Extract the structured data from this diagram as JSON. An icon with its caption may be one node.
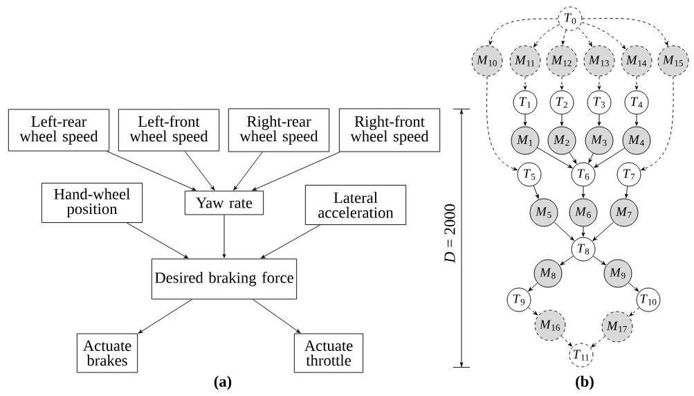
{
  "diagram": {
    "nodes": [
      {
        "text": [
          "Left-rear wheel speed"
        ]
      },
      {
        "text": [
          "Left-front wheel speed"
        ]
      },
      {
        "text": [
          "Right-rear wheel speed"
        ]
      },
      {
        "text": [
          "Right-front wheel speed"
        ]
      },
      {
        "text": [
          "Hand-wheel position"
        ]
      },
      {
        "text": [
          "Yaw rate"
        ]
      },
      {
        "text": [
          "Lateral acceleration"
        ]
      },
      {
        "text": [
          "Desired braking force"
        ]
      },
      {
        "text": [
          "Actuate brakes"
        ]
      },
      {
        "text": [
          "Actuate throttle"
        ]
      },
      {
        "text": [
          "*T*$_{0}$"
        ]
      },
      {
        "text": [
          "*M*$_{10}$"
        ]
      },
      {
        "text": [
          "*M*$_{11}$"
        ]
      },
      {
        "text": [
          "*M*$_{12}$"
        ]
      },
      {
        "text": [
          "*M*$_{13}$"
        ]
      },
      {
        "text": [
          "*M*$_{14}$"
        ]
      },
      {
        "text": [
          "*M*$_{15}$"
        ]
      },
      {
        "text": [
          "*T*$_{1}$"
        ]
      },
      {
        "text": [
          "*T*$_{2}$"
        ]
      },
      {
        "text": [
          "*T*$_{3}$"
        ]
      },
      {
        "text": [
          "*T*$_{4}$"
        ]
      },
      {
        "text": [
          "*M*$_{1}$"
        ]
      },
      {
        "text": [
          "*M*$_{2}$"
        ]
      },
      {
        "text": [
          "*M*$_{3}$"
        ]
      },
      {
        "text": [
          "*M*$_{4}$"
        ]
      },
      {
        "text": [
          "*T*$_{5}$"
        ]
      },
      {
        "text": [
          "*T*$_{6}$"
        ]
      },
      {
        "text": [
          "*T*$_{7}$"
        ]
      },
      {
        "text": [
          "*M*$_{5}$"
        ]
      },
      {
        "text": [
          "*M*$_{6}$"
        ]
      },
      {
        "text": [
          "*M*$_{7}$"
        ]
      },
      {
        "text": [
          "*T*$_{8}$"
        ]
      },
      {
        "text": [
          "*M*$_{8}$"
        ]
      },
      {
        "text": [
          "*M*$_{9}$"
        ]
      },
      {
        "text": [
          "*T*$_{9}$"
        ]
      },
      {
        "text": [
          "*T*$_{10}$"
        ]
      },
      {
        "text": [
          "*M*$_{16}$"
        ]
      },
      {
        "text": [
          "*M*$_{17}$"
        ]
      },
      {
        "text": [
          "*T*$_{11}$"
        ]
      }
    ],
    "edges": [
      {
        "from": 0,
        "to": 5,
        "arrow": "to"
      },
      {
        "from": 1,
        "to": 5,
        "arrow": "to"
      },
      {
        "from": 2,
        "to": 5,
        "arrow": "to"
      },
      {
        "from": 3,
        "to": 5,
        "arrow": "to"
      },
      {
        "from": 4,
        "to": 7,
        "arrow": "to"
      },
      {
        "from": 5,
        "to": 7,
        "arrow": "to"
      },
      {
        "from": 6,
        "to": 7,
        "arrow": "to"
      },
      {
        "from": 7,
        "to": 8,
        "arrow": "to"
      },
      {
        "from": 7,
        "to": 9,
        "arrow": "to"
      },
      {
        "from": 10,
        "to": 11,
        "arrow": "to",
        "style": "dashed"
      },
      {
        "from": 10,
        "to": 12,
        "arrow": "to",
        "style": "dashed"
      },
      {
        "from": 10,
        "to": 13,
        "arrow": "to",
        "style": "dashed"
      },
      {
        "from": 10,
        "to": 14,
        "arrow": "to",
        "style": "dashed"
      },
      {
        "from": 10,
        "to": 15,
        "arrow": "to",
        "style": "dashed"
      },
      {
        "from": 10,
        "to": 16,
        "arrow": "to",
        "style": "dashed"
      },
      {
        "from": 11,
        "to": 25,
        "arrow": "to",
        "style": "dashed"
      },
      {
        "from": 12,
        "to": 17,
        "arrow": "to",
        "style": "dashed"
      },
      {
        "from": 13,
        "to": 18,
        "arrow": "to",
        "style": "dashed"
      },
      {
        "from": 14,
        "to": 19,
        "arrow": "to",
        "style": "dashed"
      },
      {
        "from": 15,
        "to": 20,
        "arrow": "to",
        "style": "dashed"
      },
      {
        "from": 16,
        "to": 27,
        "arrow": "to",
        "style": "dashed"
      },
      {
        "from": 17,
        "to": 21,
        "arrow": "to"
      },
      {
        "from": 18,
        "to": 22,
        "arrow": "to"
      },
      {
        "from": 19,
        "to": 23,
        "arrow": "to"
      },
      {
        "from": 20,
        "to": 24,
        "arrow": "to"
      },
      {
        "from": 21,
        "to": 26,
        "arrow": "to"
      },
      {
        "from": 22,
        "to": 26,
        "arrow": "to"
      },
      {
        "from": 23,
        "to": 26,
        "arrow": "to"
      },
      {
        "from": 24,
        "to": 26,
        "arrow": "to"
      },
      {
        "from": 25,
        "to": 28,
        "arrow": "to"
      },
      {
        "from": 26,
        "to": 29,
        "arrow": "to"
      },
      {
        "from": 27,
        "to": 30,
        "arrow": "to"
      },
      {
        "from": 28,
        "to": 31,
        "arrow": "to"
      },
      {
        "from": 29,
        "to": 31,
        "arrow": "to"
      },
      {
        "from": 30,
        "to": 31,
        "arrow": "to"
      },
      {
        "from": 31,
        "to": 32,
        "arrow": "to"
      },
      {
        "from": 31,
        "to": 33,
        "arrow": "to"
      },
      {
        "from": 32,
        "to": 34,
        "arrow": "to"
      },
      {
        "from": 33,
        "to": 35,
        "arrow": "to"
      },
      {
        "from": 34,
        "to": 36,
        "arrow": "to",
        "style": "dashed"
      },
      {
        "from": 35,
        "to": 37,
        "arrow": "to",
        "style": "dashed"
      },
      {
        "from": 36,
        "to": 38,
        "arrow": "to",
        "style": "dashed"
      },
      {
        "from": 37,
        "to": 38,
        "arrow": "to",
        "style": "dashed"
      }
    ],
    "labels": [
      "*D* = 2000",
      "(a)",
      "(b)"
    ]
  }
}
